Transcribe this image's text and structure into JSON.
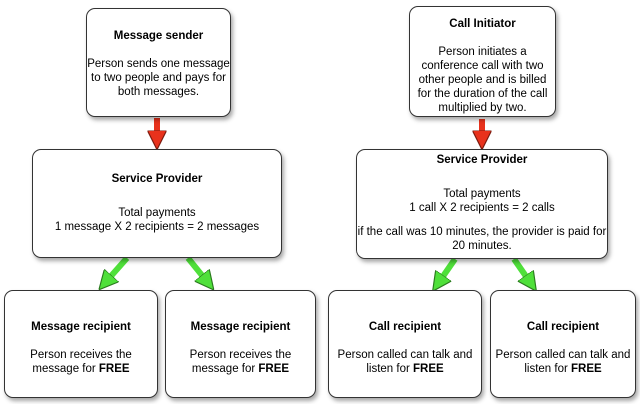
{
  "colors": {
    "down_arrow": "#e8321c",
    "split_arrow": "#4fe03a",
    "box_border": "#333333"
  },
  "left": {
    "sender": {
      "title": "Message sender",
      "lines": [
        "Person sends one message",
        "to two people and pays for",
        "both messages."
      ]
    },
    "provider": {
      "title": "Service Provider",
      "lines": [
        "Total payments",
        "1 message X 2 recipients = 2 messages"
      ]
    },
    "recipients": [
      {
        "title": "Message recipient",
        "line1": "Person receives the",
        "line2_prefix": "message for ",
        "line2_bold": "FREE"
      },
      {
        "title": "Message recipient",
        "line1": "Person receives the",
        "line2_prefix": "message for ",
        "line2_bold": "FREE"
      }
    ]
  },
  "right": {
    "initiator": {
      "title": "Call Initiator",
      "lines": [
        "Person initiates a",
        "conference call with two",
        "other people and is billed",
        "for the duration of the call",
        "multiplied by two."
      ]
    },
    "provider": {
      "title": "Service Provider",
      "lines": [
        "Total payments",
        "1 call X 2 recipients = 2 calls"
      ],
      "note_lines": [
        "if the call was 10 minutes, the provider is paid for",
        "20 minutes."
      ]
    },
    "recipients": [
      {
        "title": "Call recipient",
        "line1": "Person called can talk and",
        "line2_prefix": "listen for ",
        "line2_bold": "FREE"
      },
      {
        "title": "Call recipient",
        "line1": "Person called can talk and",
        "line2_prefix": "listen for ",
        "line2_bold": "FREE"
      }
    ]
  }
}
